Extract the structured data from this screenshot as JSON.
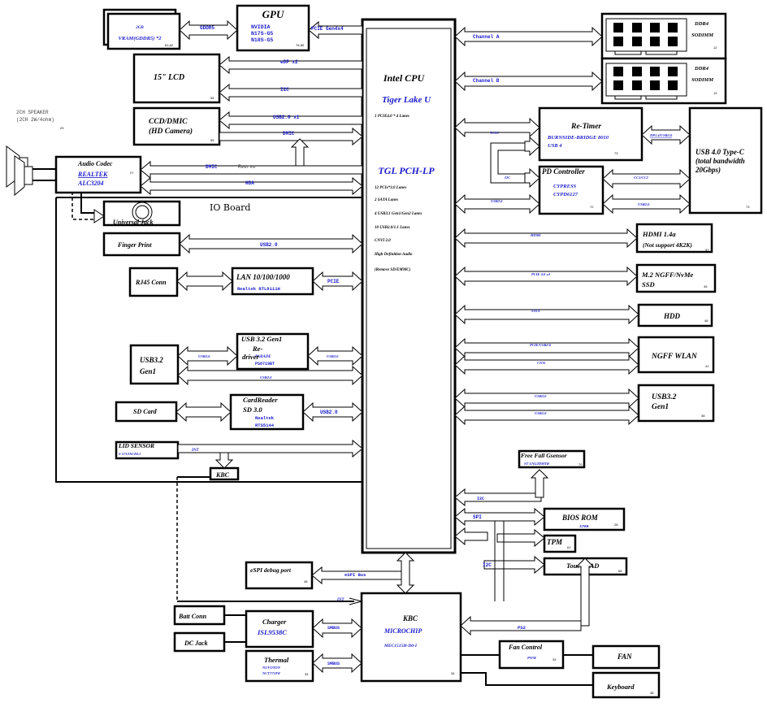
{
  "title": "Tiger Lake U Notebook System Block Diagram",
  "cpu": {
    "title": "Intel CPU",
    "subtitle": "Tiger Lake U",
    "cpu_note": "1 PCIE4.0 * 4 Lanes",
    "pch_title": "TGL PCH-LP",
    "pch_notes": [
      "12 PCIe*3.0 Lanes",
      "2 SATA Lanes",
      "4 USB3.1 Gen1/Gen2 Lanes",
      "10 USB2.0/1.1 Lanes",
      "CNVI 2.0",
      "High Definition Audio",
      "(Remove SD/EMMC)"
    ]
  },
  "gpu": {
    "title": "GPU",
    "lines": [
      "NVIDIA",
      "N17S-G5",
      "N18S-G5"
    ],
    "page": "76-80",
    "link": "PCIE Gen4x4"
  },
  "vram": {
    "line1": "2GB",
    "line2": "VRAM(GDDR5) *2",
    "page": "81,82",
    "link": "GDDR5"
  },
  "lcd": {
    "title": "15\" LCD",
    "page": "55",
    "links": [
      "eDP x2",
      "I2C"
    ]
  },
  "ccd": {
    "line1": "CCD/DMIC",
    "line2": "(HD Camera)",
    "page": "55",
    "links": [
      "USB2.0 x1",
      "DMIC"
    ]
  },
  "speaker": {
    "line1": "2CH SPEAKER",
    "line2": "(2CH 2W/4ohm)",
    "page": "29"
  },
  "audio": {
    "title": "Audio Codec",
    "vendor": "REALTEK",
    "part": "ALC3204",
    "page": "27",
    "links": [
      "DMIC",
      "Reerve",
      "HDA"
    ]
  },
  "io_board": {
    "label": "IO Board"
  },
  "universal_jack": {
    "label": "Universal Jack"
  },
  "finger_print": {
    "label": "Finger Print",
    "link": "USB2.0"
  },
  "rj45": {
    "label": "RJ45 Conn"
  },
  "lan": {
    "title": "LAN 10/100/1000",
    "part": "Realtek RTL8111H",
    "link": "PCIE"
  },
  "usb_left": {
    "line1": "USB3.2",
    "line2": "Gen1",
    "links": [
      "USB3.0",
      "USB2.0"
    ]
  },
  "redriver": {
    "title": "USB 3.2 Gen1",
    "line2": "Re-",
    "line3": "driver",
    "vendor": "PARADE",
    "part": "PS8719BT",
    "link": "USB3.0"
  },
  "sd_card": {
    "label": "SD Card"
  },
  "cardreader": {
    "title": "CardReader",
    "line2": "SD 3.0",
    "vendor": "Realtek",
    "part": "RTS5144",
    "link": "USB2.0"
  },
  "lid": {
    "title": "LID SENSOR",
    "part": "S-5712ACDL1",
    "link": "INT"
  },
  "kbc_small": {
    "label": "KBC"
  },
  "ddr": [
    {
      "line1": "DDR4",
      "line2": "SODIMM",
      "page": "12",
      "link": "Channel A"
    },
    {
      "line1": "DDR4",
      "line2": "SODIMM",
      "page": "13",
      "link": "Channel B"
    }
  ],
  "retimer": {
    "title": "Re-Timer",
    "line1": "BURNSIDE-BRIDGE 8010",
    "line2": "USB 4",
    "page": "73",
    "links": [
      "TCSS",
      "DP1.4/USB3.0"
    ]
  },
  "pd": {
    "title": "PD Controller",
    "vendor": "CYPRESS",
    "part": "CYPD6127",
    "page": "72",
    "links": [
      "I2C",
      "USB2.0",
      "CC1/CC2",
      "USB2.0"
    ]
  },
  "typec": {
    "line1": "USB 4.0 Type-C",
    "line2": "(total bandwidth",
    "line3": "20Gbps)",
    "page": "73"
  },
  "hdmi": {
    "line1": "HDMI  1.4a",
    "line2": "(Not support 4K2K)",
    "page": "57",
    "link": "HDMI"
  },
  "ssd": {
    "line1": "M.2 NGFF/NvMe",
    "line2": "SSD",
    "page": "45",
    "link": "PCIE 4.0 x4"
  },
  "hdd": {
    "label": "HDD",
    "page": "46",
    "link": "SATA"
  },
  "wlan": {
    "label": "NGFF WLAN",
    "page": "41",
    "links": [
      "PCIE/USB2.0",
      "CNVi"
    ]
  },
  "usb_right": {
    "line1": "USB3.2",
    "line2": "Gen1",
    "page": "38",
    "links": [
      "USB3.0",
      "USB2.0"
    ]
  },
  "gsensor": {
    "title": "Free Fall Gsensor",
    "part": "ST LNG2DMTR",
    "page": "70",
    "link": "I2C"
  },
  "bios": {
    "title": "BIOS ROM",
    "size": "32MB",
    "page": "28",
    "link": "SPI"
  },
  "tpm": {
    "label": "TPM",
    "page": "61"
  },
  "touchpad": {
    "label": "Touch PAD",
    "page": "68",
    "link": "I2C"
  },
  "espi": {
    "label": "eSPI debug  port",
    "page": "48",
    "link": "eSPI Bus"
  },
  "kbc": {
    "title": "KBC",
    "vendor": "MICROCHIP",
    "part": "MEC1515H-D0-I",
    "page": "34",
    "int_link": "INT",
    "ps2_link": "PS2"
  },
  "batt": {
    "label": "Batt Conn"
  },
  "dcjack": {
    "label": "DC Jack"
  },
  "charger": {
    "title": "Charger",
    "part": "ISL9538C",
    "link": "SMBUS"
  },
  "thermal": {
    "title": "Thermal",
    "vendor": "NUVOTON",
    "part": "NCT7718W",
    "page": "34",
    "link": "SMBUS"
  },
  "fan_control": {
    "title": "Fan Control",
    "sub": "PWM",
    "page": "34"
  },
  "fan": {
    "label": "FAN"
  },
  "keyboard": {
    "label": "Keyboard",
    "page": "48"
  }
}
